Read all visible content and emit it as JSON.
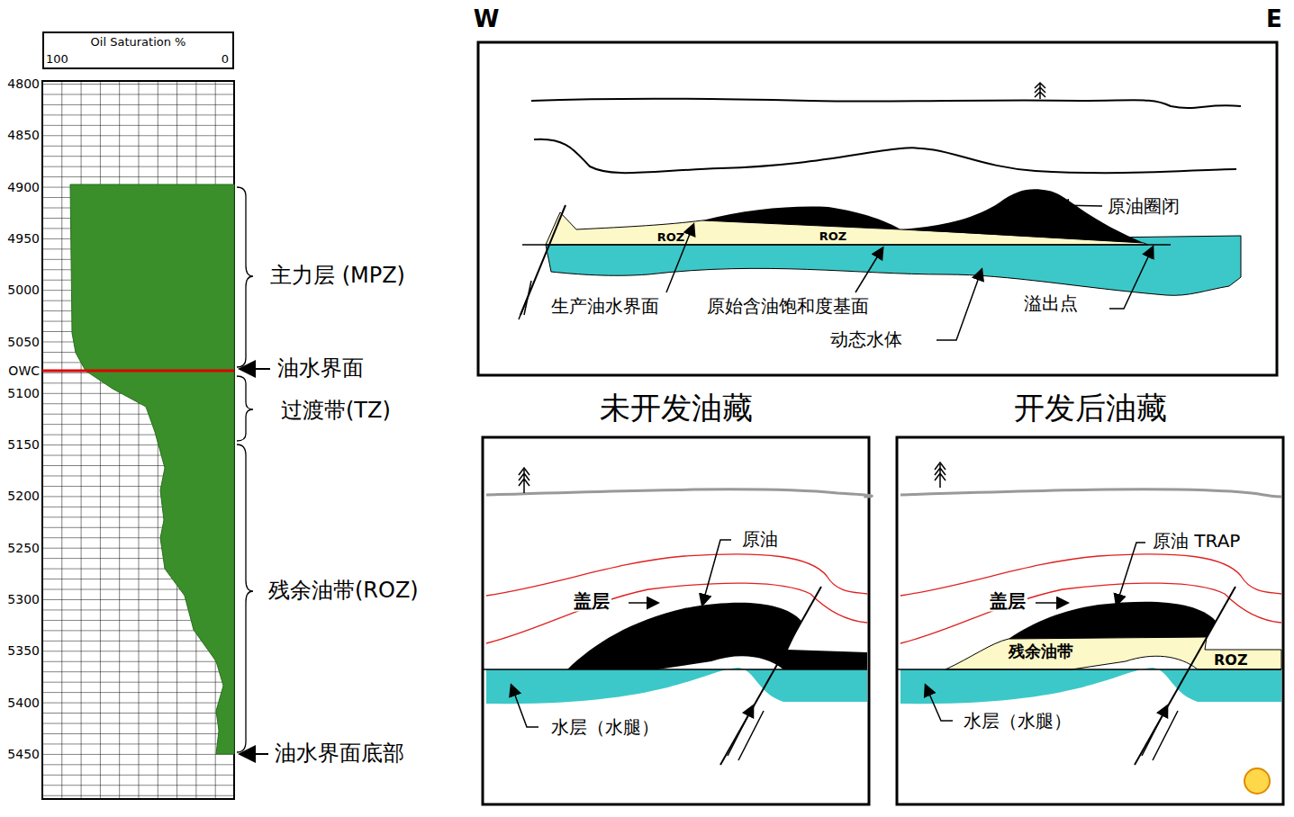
{
  "diagram": {
    "nodes": [
      {
        "text": [
          "Oil Saturation %",
          "100",
          "0"
        ]
      },
      {
        "text": [
          "未开发油藏"
        ]
      },
      {
        "text": [
          "开发后油藏"
        ]
      }
    ],
    "labels": [
      "4800",
      "4850",
      "4900",
      "4950",
      "5000",
      "5050",
      "5100",
      "5150",
      "5200",
      "5250",
      "5300",
      "5350",
      "5400",
      "5450",
      "OWC",
      "主力层 (MPZ)",
      "油水界面",
      "过渡带(TZ)",
      "残余油带(ROZ)",
      "油水界面底部",
      "W",
      "E",
      "ROZ",
      "ROZ",
      "原油圈闭",
      "生产油水界面",
      "原始含油饱和度基面",
      "溢出点",
      "动态水体",
      "原油",
      "盖层",
      "水层（水腿）",
      "原油 TRAP",
      "盖层",
      "残余油带",
      "ROZ",
      "水层（水腿）"
    ]
  }
}
